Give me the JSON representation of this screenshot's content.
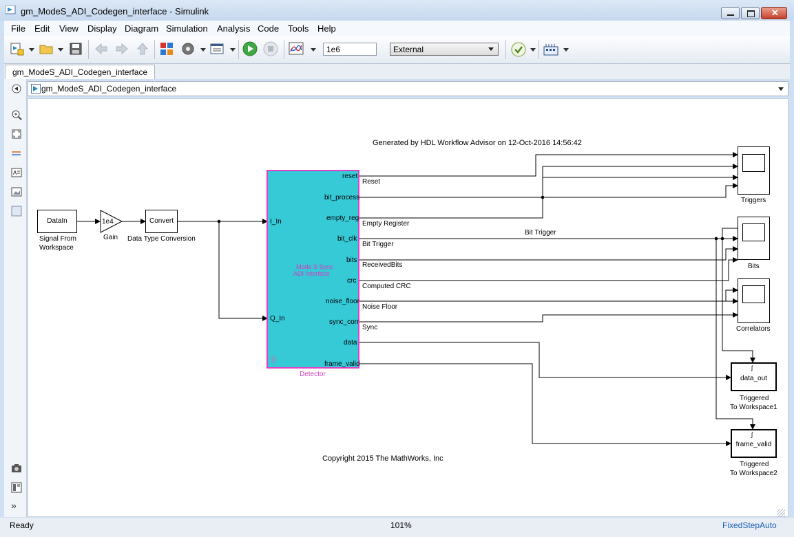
{
  "window": {
    "title": "gm_ModeS_ADI_Codegen_interface - Simulink"
  },
  "menu": [
    "File",
    "Edit",
    "View",
    "Display",
    "Diagram",
    "Simulation",
    "Analysis",
    "Code",
    "Tools",
    "Help"
  ],
  "toolbar": {
    "stop_time": "1e6",
    "sim_mode": "External"
  },
  "tab": {
    "label": "gm_ModeS_ADI_Codegen_interface"
  },
  "address": {
    "path": "gm_ModeS_ADI_Codegen_interface"
  },
  "diagram": {
    "generated_note": "Generated by HDL Workflow Advisor on 12-Oct-2016 14:56:42",
    "copyright": "Copyright 2015 The MathWorks, Inc",
    "blocks": {
      "signal_from_workspace": {
        "text": "DataIn",
        "label1": "Signal From",
        "label2": "Workspace"
      },
      "gain": {
        "text": "1e4",
        "label": "Gain"
      },
      "convert": {
        "text": "Convert",
        "label": "Data Type Conversion"
      },
      "detector": {
        "label": "Detector",
        "inner1": "Mode S Sync",
        "inner2": "ADI Interface",
        "inports": [
          "I_In",
          "Q_In"
        ],
        "outports": [
          "reset",
          "bit_process",
          "empty_reg",
          "bit_clk",
          "bits",
          "crc",
          "noise_floor",
          "sync_corr",
          "data",
          "frame_valid"
        ]
      },
      "triggers": {
        "label": "Triggers"
      },
      "bits": {
        "label": "Bits"
      },
      "correlators": {
        "label": "Correlators"
      },
      "data_out": {
        "text": "data_out",
        "label1": "Triggered",
        "label2": "To Workspace1"
      },
      "frame_valid": {
        "text": "frame_valid",
        "label1": "Triggered",
        "label2": "To Workspace2"
      }
    },
    "signals": [
      "Reset",
      "Empty Register",
      "Bit Trigger",
      "ReceivedBits",
      "Computed CRC",
      "Noise Floor",
      "Sync",
      "Bit Trigger"
    ]
  },
  "status": {
    "left": "Ready",
    "zoom": "101%",
    "solver": "FixedStepAuto"
  },
  "colors": {
    "detector_fill": "#36c9d6",
    "detector_border": "#e040c8",
    "label_magenta": "#d040c0"
  }
}
